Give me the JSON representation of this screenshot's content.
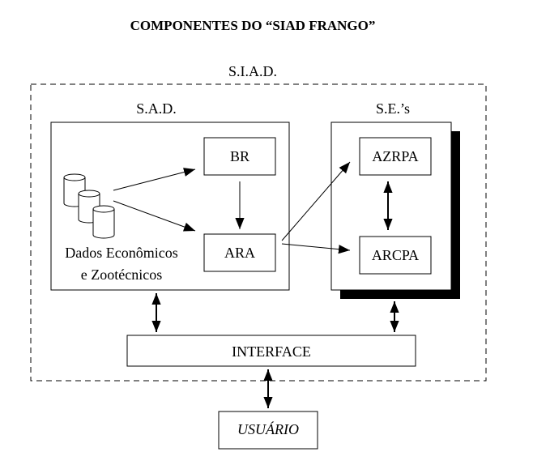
{
  "title": "COMPONENTES DO “SIAD FRANGO”",
  "siad": {
    "label": "S.I.A.D."
  },
  "sad": {
    "label": "S.A.D.",
    "br": "BR",
    "ara": "ARA",
    "data_line1": "Dados Econômicos",
    "data_line2": "e Zootécnicos"
  },
  "ses": {
    "label": "S.E.’s",
    "azrpa": "AZRPA",
    "arcpa": "ARCPA"
  },
  "interface": {
    "label": "INTERFACE"
  },
  "usuario": {
    "label": "USUÁRIO"
  }
}
